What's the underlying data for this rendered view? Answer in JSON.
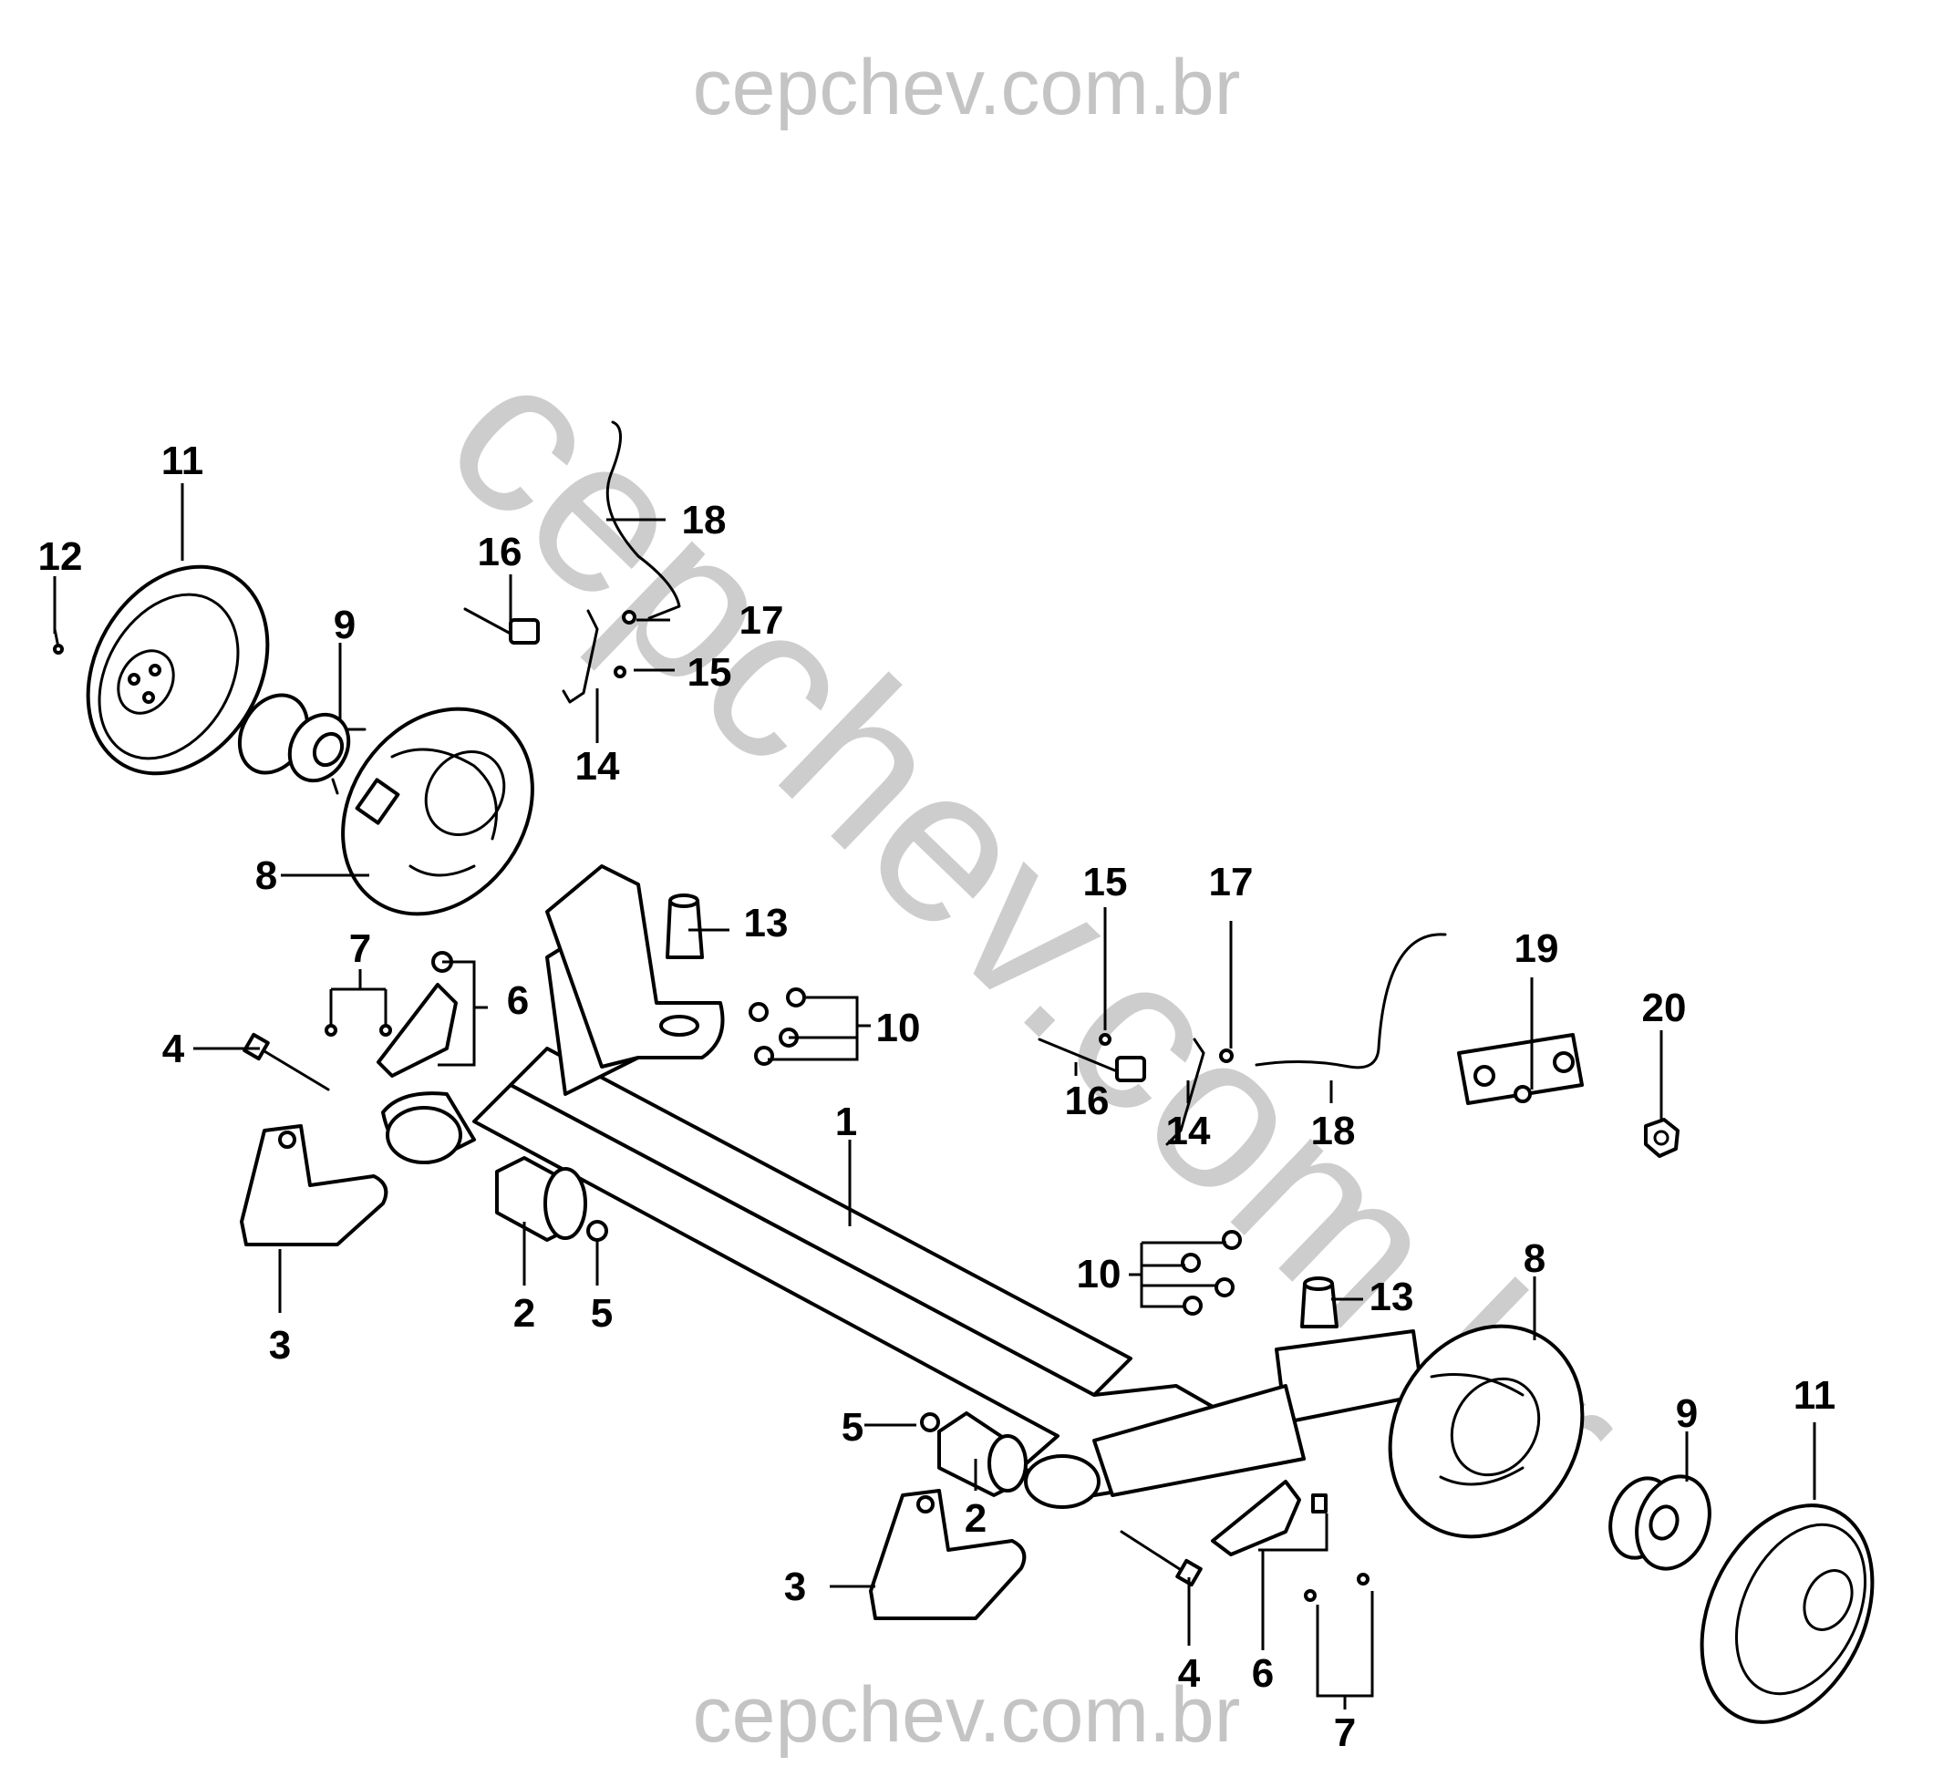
{
  "watermarks": {
    "top": "cepchev.com.br",
    "bottom": "cepchev.com.br",
    "diagonal": "cepchev.com.br"
  },
  "callouts": {
    "c1": "1",
    "c2_left": "2",
    "c2_right": "2",
    "c3_left": "3",
    "c3_right": "3",
    "c4_left": "4",
    "c4_right": "4",
    "c5_left": "5",
    "c5_right": "5",
    "c6_left": "6",
    "c6_right": "6",
    "c7_left": "7",
    "c7_right": "7",
    "c8_left": "8",
    "c8_right": "8",
    "c9_left": "9",
    "c9_right": "9",
    "c10_left": "10",
    "c10_right": "10",
    "c11_left": "11",
    "c11_right": "11",
    "c12": "12",
    "c13_left": "13",
    "c13_right": "13",
    "c14_left": "14",
    "c14_right": "14",
    "c15_left": "15",
    "c15_right": "15",
    "c16_left": "16",
    "c16_right": "16",
    "c17_left": "17",
    "c17_right": "17",
    "c18_left": "18",
    "c18_right": "18",
    "c19": "19",
    "c20": "20"
  }
}
